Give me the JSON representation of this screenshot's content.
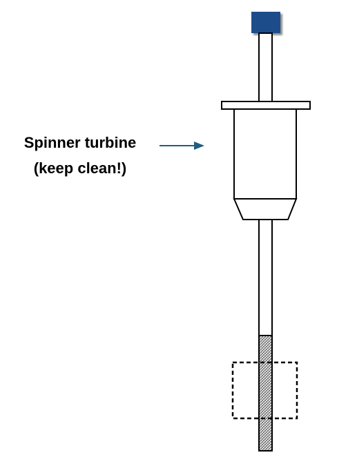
{
  "annotation": {
    "line1": "Spinner turbine",
    "line2": "(keep clean!)"
  },
  "colors": {
    "cap": "#1f4e8a",
    "arrow": "#1f5f7f",
    "outline": "#000000",
    "background": "#ffffff"
  },
  "icons": {
    "sample-region": "dashed-rectangle",
    "sample-fill": "crosshatch-pattern"
  }
}
